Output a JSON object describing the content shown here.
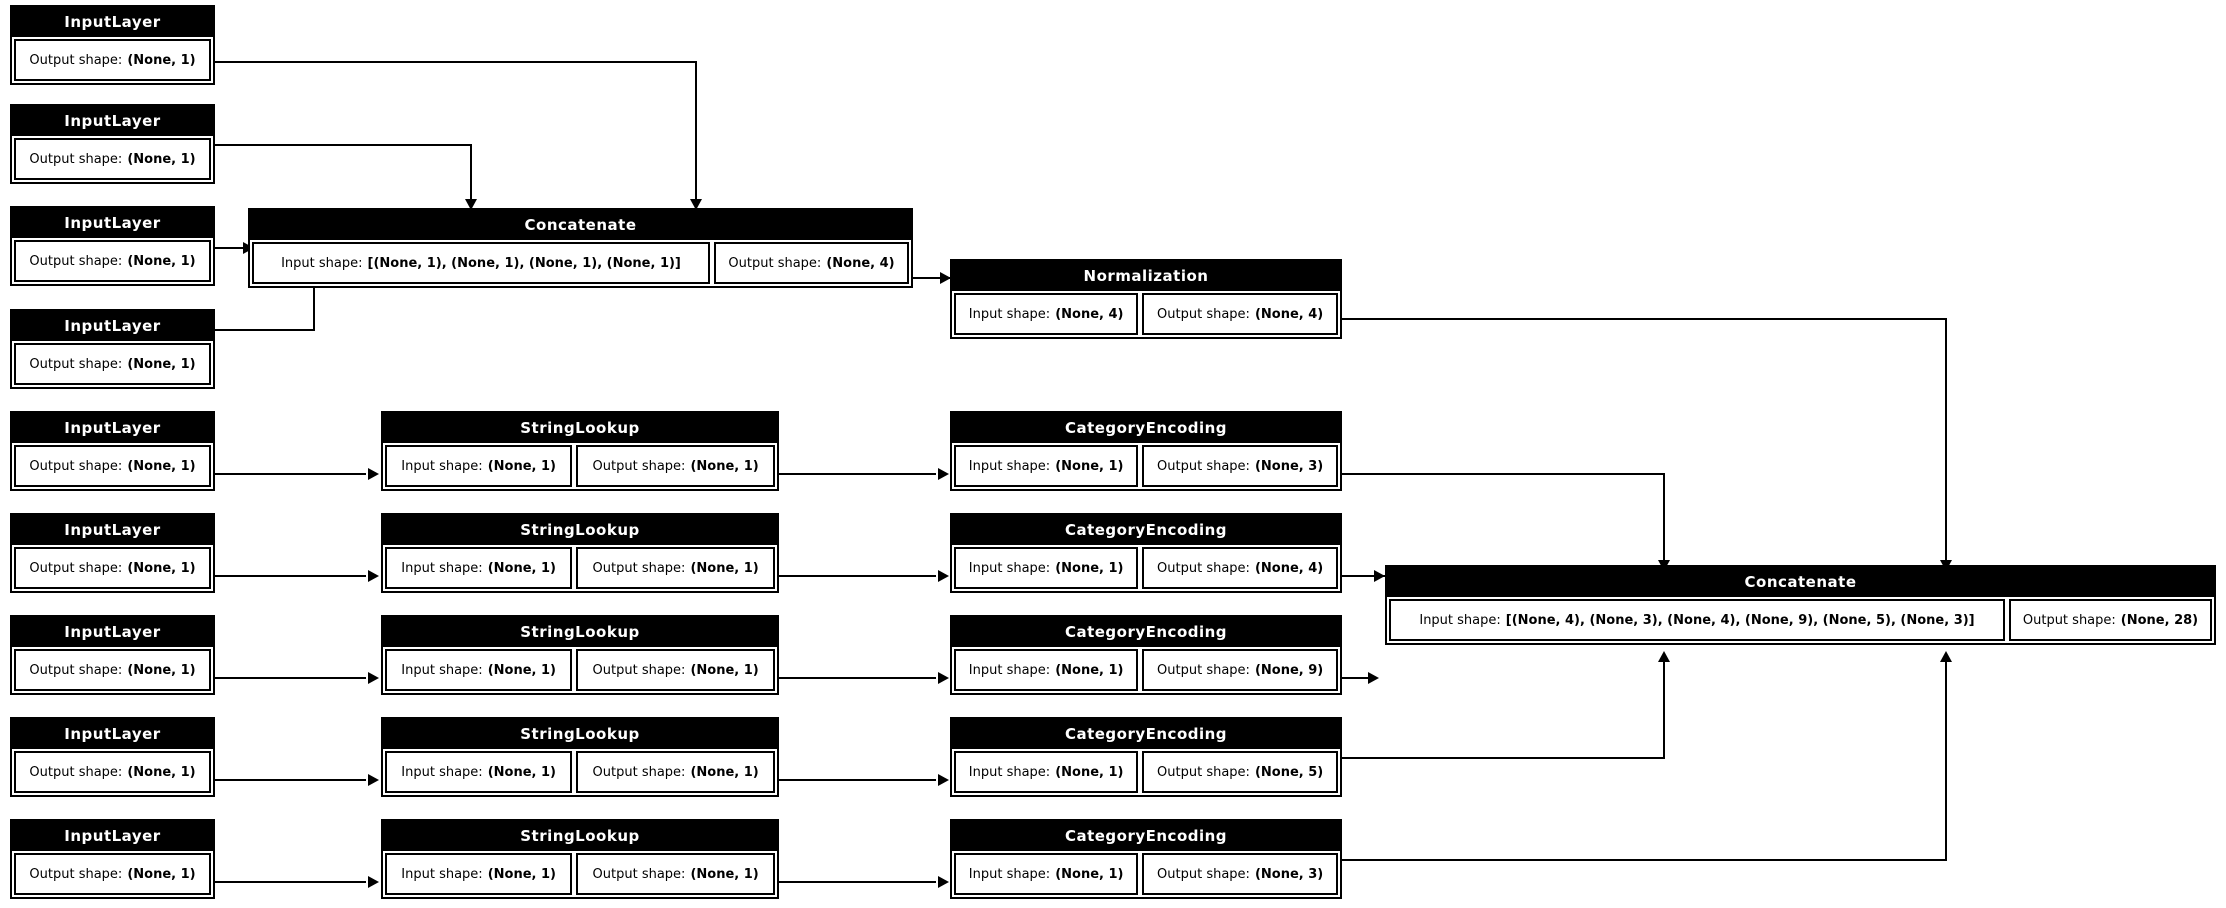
{
  "diagram": {
    "title": "Keras functional model plot",
    "type": "neural-network-layer-graph",
    "colors": {
      "node_header_bg": "#000000",
      "node_header_fg": "#ffffff",
      "node_body_bg": "#ffffff",
      "border": "#000000",
      "edge": "#000000"
    },
    "field_labels": {
      "input": "Input shape:",
      "output": "Output shape:"
    }
  },
  "nodes": {
    "numeric_inputs": [
      {
        "title": "InputLayer",
        "output_label": "Output shape:",
        "output_shape": "(None, 1)"
      },
      {
        "title": "InputLayer",
        "output_label": "Output shape:",
        "output_shape": "(None, 1)"
      },
      {
        "title": "InputLayer",
        "output_label": "Output shape:",
        "output_shape": "(None, 1)"
      },
      {
        "title": "InputLayer",
        "output_label": "Output shape:",
        "output_shape": "(None, 1)"
      }
    ],
    "concat_numeric": {
      "title": "Concatenate",
      "input_label": "Input shape:",
      "input_shape": "[(None, 1), (None, 1), (None, 1), (None, 1)]",
      "output_label": "Output shape:",
      "output_shape": "(None, 4)"
    },
    "normalization": {
      "title": "Normalization",
      "input_label": "Input shape:",
      "input_shape": "(None, 4)",
      "output_label": "Output shape:",
      "output_shape": "(None, 4)"
    },
    "categorical_rows": [
      {
        "input": {
          "title": "InputLayer",
          "output_label": "Output shape:",
          "output_shape": "(None, 1)"
        },
        "lookup": {
          "title": "StringLookup",
          "input_label": "Input shape:",
          "input_shape": "(None, 1)",
          "output_label": "Output shape:",
          "output_shape": "(None, 1)"
        },
        "encode": {
          "title": "CategoryEncoding",
          "input_label": "Input shape:",
          "input_shape": "(None, 1)",
          "output_label": "Output shape:",
          "output_shape": "(None, 3)"
        }
      },
      {
        "input": {
          "title": "InputLayer",
          "output_label": "Output shape:",
          "output_shape": "(None, 1)"
        },
        "lookup": {
          "title": "StringLookup",
          "input_label": "Input shape:",
          "input_shape": "(None, 1)",
          "output_label": "Output shape:",
          "output_shape": "(None, 1)"
        },
        "encode": {
          "title": "CategoryEncoding",
          "input_label": "Input shape:",
          "input_shape": "(None, 1)",
          "output_label": "Output shape:",
          "output_shape": "(None, 4)"
        }
      },
      {
        "input": {
          "title": "InputLayer",
          "output_label": "Output shape:",
          "output_shape": "(None, 1)"
        },
        "lookup": {
          "title": "StringLookup",
          "input_label": "Input shape:",
          "input_shape": "(None, 1)",
          "output_label": "Output shape:",
          "output_shape": "(None, 1)"
        },
        "encode": {
          "title": "CategoryEncoding",
          "input_label": "Input shape:",
          "input_shape": "(None, 1)",
          "output_label": "Output shape:",
          "output_shape": "(None, 9)"
        }
      },
      {
        "input": {
          "title": "InputLayer",
          "output_label": "Output shape:",
          "output_shape": "(None, 1)"
        },
        "lookup": {
          "title": "StringLookup",
          "input_label": "Input shape:",
          "input_shape": "(None, 1)",
          "output_label": "Output shape:",
          "output_shape": "(None, 1)"
        },
        "encode": {
          "title": "CategoryEncoding",
          "input_label": "Input shape:",
          "input_shape": "(None, 1)",
          "output_label": "Output shape:",
          "output_shape": "(None, 5)"
        }
      },
      {
        "input": {
          "title": "InputLayer",
          "output_label": "Output shape:",
          "output_shape": "(None, 1)"
        },
        "lookup": {
          "title": "StringLookup",
          "input_label": "Input shape:",
          "input_shape": "(None, 1)",
          "output_label": "Output shape:",
          "output_shape": "(None, 1)"
        },
        "encode": {
          "title": "CategoryEncoding",
          "input_label": "Input shape:",
          "input_shape": "(None, 1)",
          "output_label": "Output shape:",
          "output_shape": "(None, 3)"
        }
      }
    ],
    "concat_final": {
      "title": "Concatenate",
      "input_label": "Input shape:",
      "input_shape": "[(None, 4), (None, 3), (None, 4), (None, 9), (None, 5), (None, 3)]",
      "output_label": "Output shape:",
      "output_shape": "(None, 28)"
    }
  }
}
